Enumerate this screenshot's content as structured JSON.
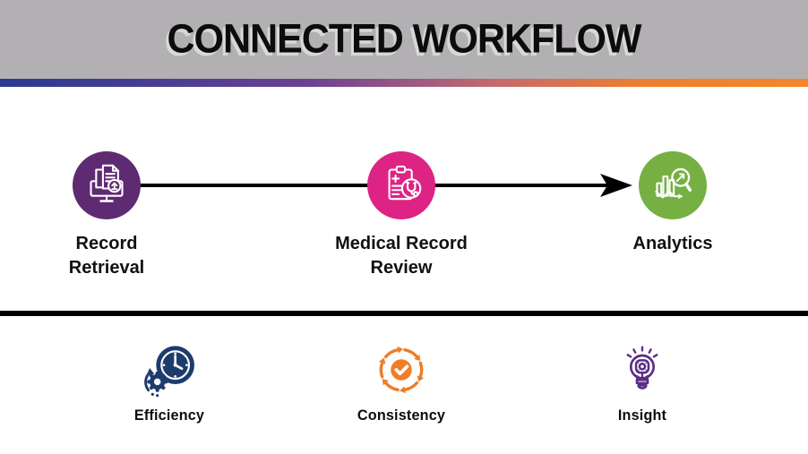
{
  "header": {
    "title": "CONNECTED WORKFLOW"
  },
  "theme": {
    "header_bg": "#b2b0b3",
    "gradient_colors": [
      "#2b3a90",
      "#6b4192",
      "#c76a6c",
      "#f5862b"
    ],
    "divider_color": "#000000",
    "arrow_color": "#000000",
    "background": "#ffffff"
  },
  "workflow": {
    "steps": [
      {
        "label": "Record\nRetrieval",
        "icon": "record-retrieval-icon",
        "color": "#5e2b72"
      },
      {
        "label": "Medical Record\nReview",
        "icon": "medical-record-review-icon",
        "color": "#dd2484"
      },
      {
        "label": "Analytics",
        "icon": "analytics-icon",
        "color": "#76b043"
      }
    ]
  },
  "benefits": {
    "items": [
      {
        "label": "Efficiency",
        "icon": "efficiency-clock-gear-icon",
        "color": "#1d3c6e"
      },
      {
        "label": "Consistency",
        "icon": "consistency-cycle-check-icon",
        "color": "#ee7e27"
      },
      {
        "label": "Insight",
        "icon": "insight-lightbulb-icon",
        "color": "#5c2d86"
      }
    ]
  }
}
